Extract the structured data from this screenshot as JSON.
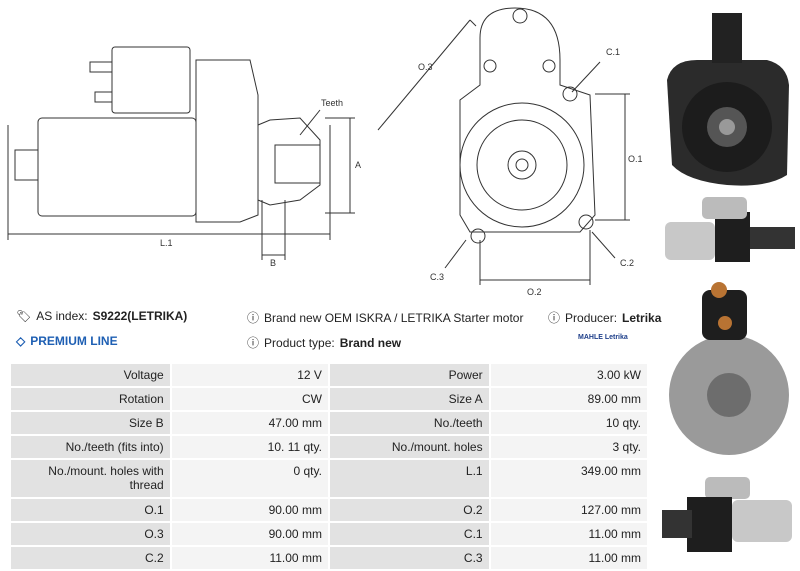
{
  "drawing": {
    "labels": {
      "teeth": "Teeth",
      "a": "A",
      "b": "B",
      "l1": "L.1",
      "o1": "O.1",
      "o2": "O.2",
      "o3": "O.3",
      "c1": "C.1",
      "c2": "C.2",
      "c3": "C.3"
    }
  },
  "info": {
    "as_index_label": "AS index:",
    "as_index_value": "S9222(LETRIKA)",
    "description": "Brand new OEM ISKRA / LETRIKA Starter motor",
    "producer_label": "Producer:",
    "producer_value": "Letrika",
    "premium_line": "PREMIUM LINE",
    "product_type_label": "Product type:",
    "product_type_value": "Brand new",
    "brand_logo_text": "MAHLE Letrika"
  },
  "specs": [
    {
      "l1": "Voltage",
      "v1": "12 V",
      "l2": "Power",
      "v2": "3.00 kW"
    },
    {
      "l1": "Rotation",
      "v1": "CW",
      "l2": "Size A",
      "v2": "89.00 mm"
    },
    {
      "l1": "Size B",
      "v1": "47.00 mm",
      "l2": "No./teeth",
      "v2": "10 qty."
    },
    {
      "l1": "No./teeth (fits into)",
      "v1": "10. 11 qty.",
      "l2": "No./mount. holes",
      "v2": "3 qty."
    },
    {
      "l1": "No./mount. holes with thread",
      "v1": "0 qty.",
      "l2": "L.1",
      "v2": "349.00 mm"
    },
    {
      "l1": "O.1",
      "v1": "90.00 mm",
      "l2": "O.2",
      "v2": "127.00 mm"
    },
    {
      "l1": "O.3",
      "v1": "90.00 mm",
      "l2": "C.1",
      "v2": "11.00 mm"
    },
    {
      "l1": "C.2",
      "v1": "11.00 mm",
      "l2": "C.3",
      "v2": "11.00 mm"
    }
  ]
}
